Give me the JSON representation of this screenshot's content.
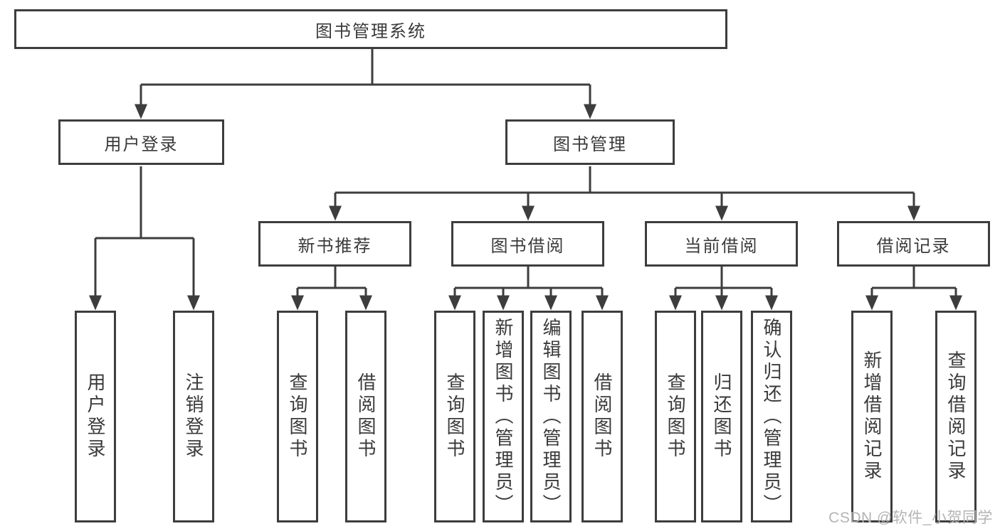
{
  "tree": {
    "root": {
      "label": "图书管理系统"
    },
    "branches": [
      {
        "label": "用户登录",
        "children": [
          {
            "label": "用户登录"
          },
          {
            "label": "注销登录"
          }
        ]
      },
      {
        "label": "图书管理",
        "groups": [
          {
            "label": "新书推荐",
            "children": [
              {
                "label": "查询图书"
              },
              {
                "label": "借阅图书"
              }
            ]
          },
          {
            "label": "图书借阅",
            "children": [
              {
                "label": "查询图书"
              },
              {
                "label": "新增图书（管理员）"
              },
              {
                "label": "编辑图书（管理员）"
              },
              {
                "label": "借阅图书"
              }
            ]
          },
          {
            "label": "当前借阅",
            "children": [
              {
                "label": "查询图书"
              },
              {
                "label": "归还图书"
              },
              {
                "label": "确认归还（管理员）"
              }
            ]
          },
          {
            "label": "借阅记录",
            "children": [
              {
                "label": "新增借阅记录"
              },
              {
                "label": "查询借阅记录"
              }
            ]
          }
        ]
      }
    ]
  },
  "watermark": {
    "text": "CSDN @软件_小贺同学"
  },
  "colors": {
    "line": "#3d3d3d",
    "box_border": "#3d3d3d",
    "text": "#3a3a3a",
    "watermark": "#b4b4b4",
    "background": "#ffffff"
  }
}
